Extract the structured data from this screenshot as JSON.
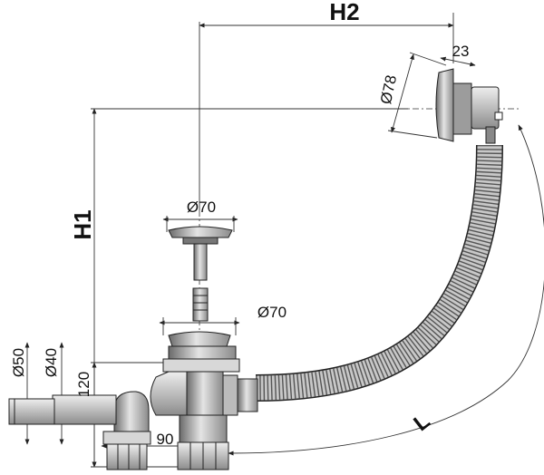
{
  "dimensions": {
    "h1": "H1",
    "h2": "H2",
    "l": "L",
    "d78": "Ø78",
    "w23": "23",
    "d70_top": "Ø70",
    "d70_mid": "Ø70",
    "d50": "Ø50",
    "d40": "Ø40",
    "h120": "120",
    "w90": "90"
  },
  "colors": {
    "metal_dark": "#555555",
    "metal_mid": "#9a9a9a",
    "metal_light": "#dcdcdc",
    "hose": "#bfbfbf",
    "line": "#333333"
  }
}
